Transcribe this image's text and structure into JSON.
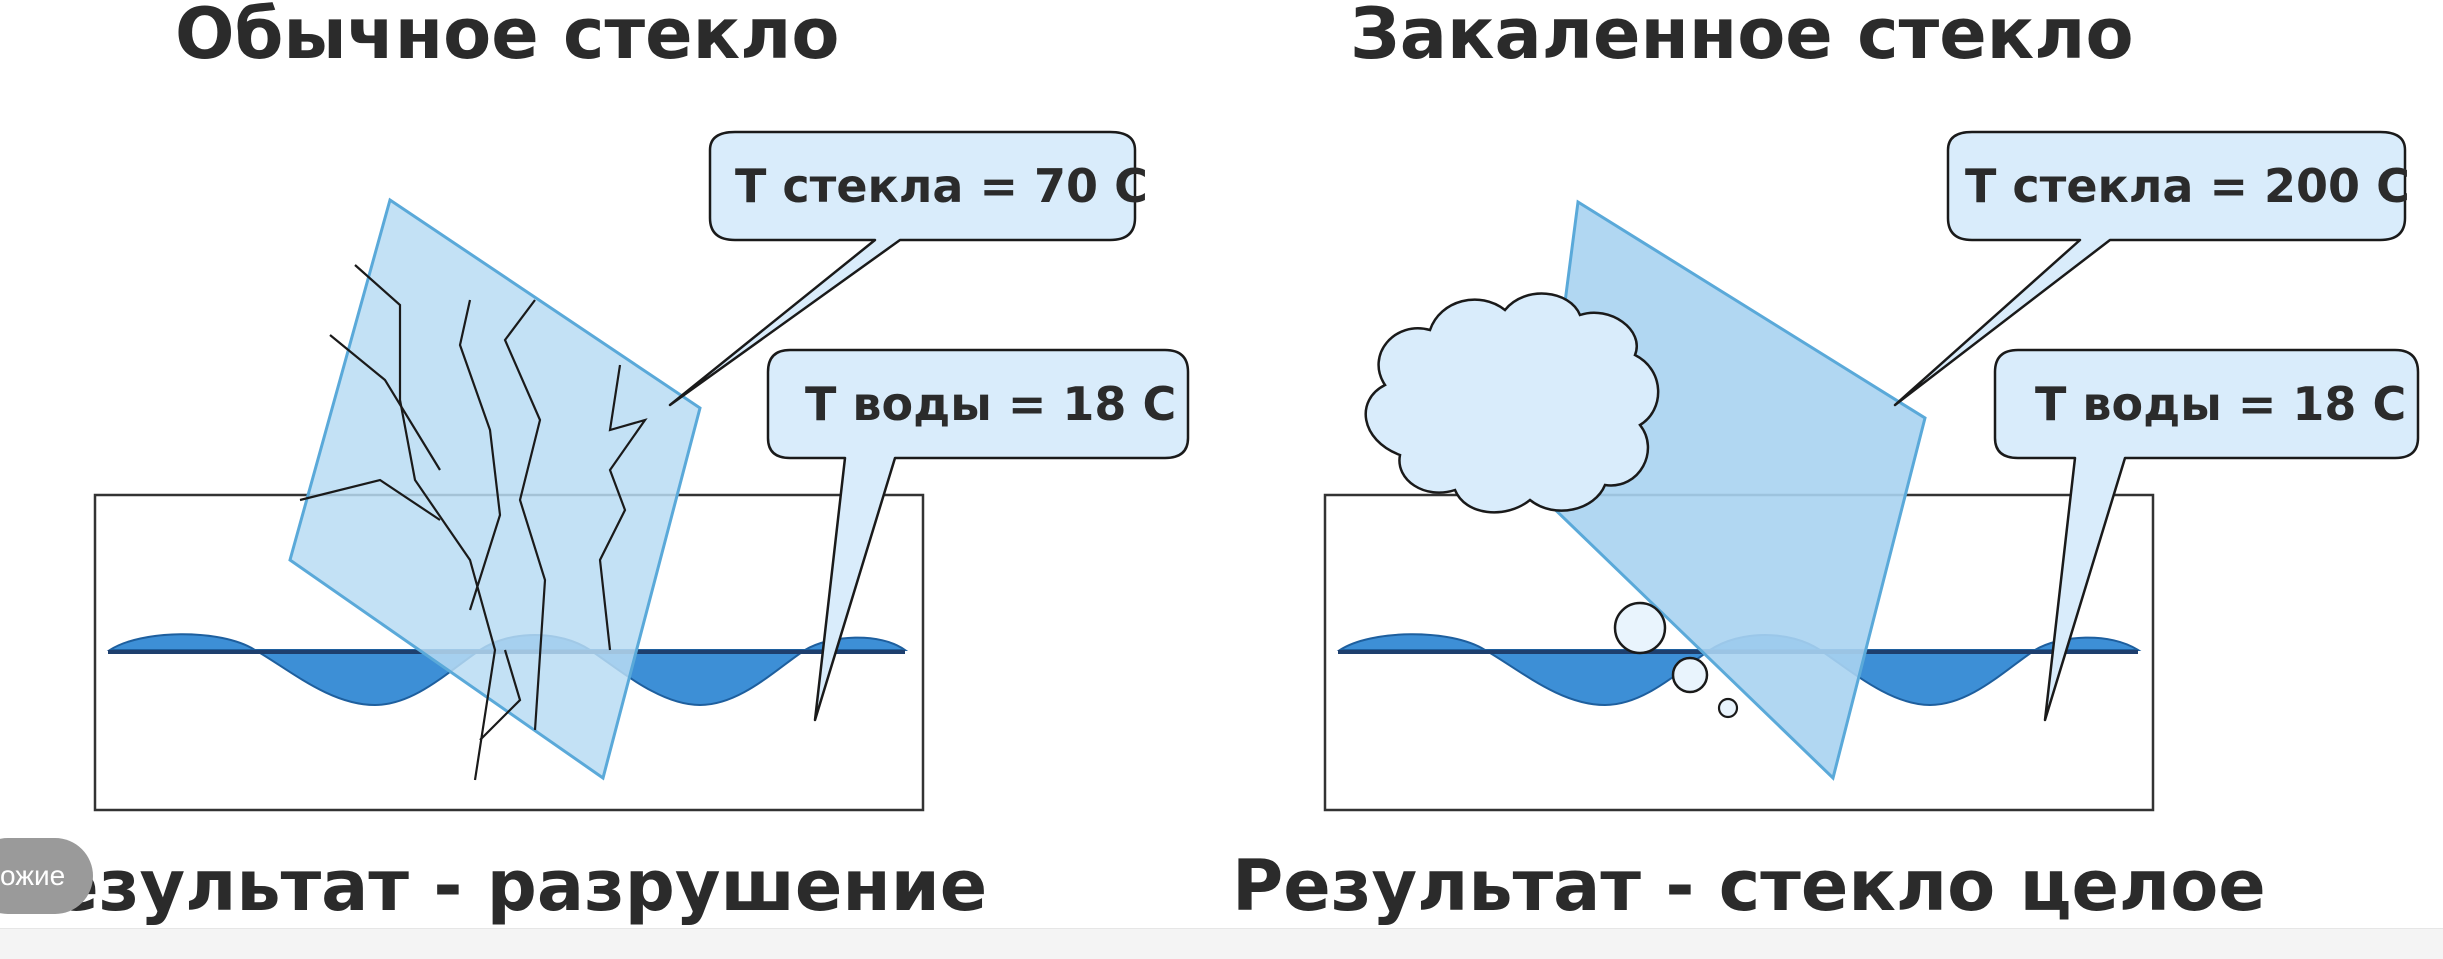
{
  "left": {
    "title": "Обычное стекло",
    "glass_temp_label": "T стекла = 70 C",
    "water_temp_label": "T воды = 18 C",
    "result": "Результат - разрушение"
  },
  "right": {
    "title": "Закаленное стекло",
    "glass_temp_label": "T стекла = 200 C",
    "water_temp_label": "T воды = 18 C",
    "result": "Результат - стекло целое"
  },
  "overlay": {
    "similar_button_label": "ожие"
  },
  "colors": {
    "glass_fill": "#b9dcf3",
    "glass_stroke": "#5aa9d9",
    "bubble_fill": "#d9ecfb",
    "water_fill": "#3d8fd6",
    "cloud_fill": "#d9ecfb",
    "text": "#2b2b2b"
  }
}
